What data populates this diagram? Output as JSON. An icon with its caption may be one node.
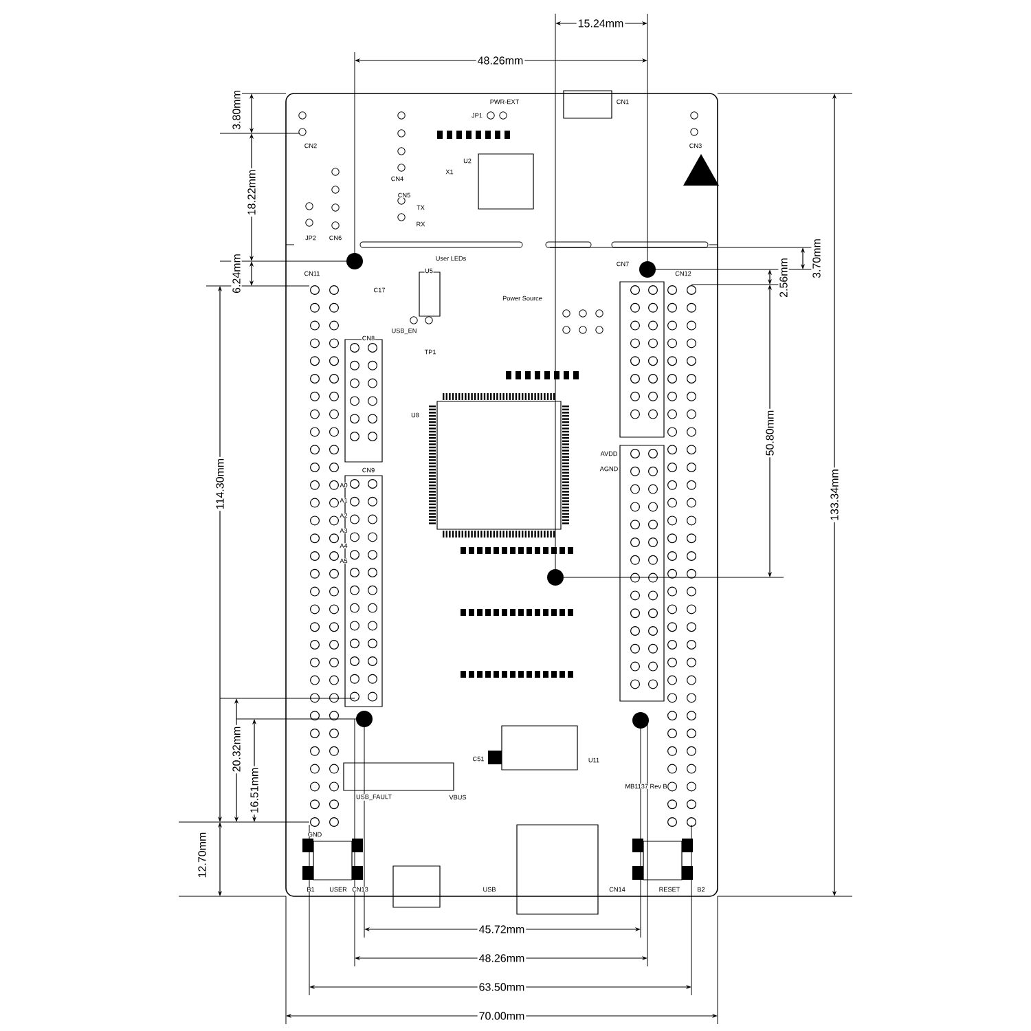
{
  "diagram": {
    "labels": [
      "15.24mm",
      "48.26mm",
      "3.80mm",
      "18.22mm",
      "6.24mm",
      "114.30mm",
      "3.70mm",
      "2.56mm",
      "50.80mm",
      "133.34mm",
      "20.32mm",
      "16.51mm",
      "12.70mm",
      "45.72mm",
      "48.26mm",
      "63.50mm",
      "70.00mm",
      "PWR-EXT",
      "CN1",
      "CN2",
      "CN3",
      "JP1",
      "CN4",
      "CN5",
      "TX",
      "RX",
      "JP2",
      "CN6",
      "U2",
      "X1",
      "User LEDs",
      "U5",
      "C17",
      "Power Source",
      "USB_EN",
      "CN7",
      "CN11",
      "CN12",
      "TP1",
      "CN8",
      "U8",
      "CN9",
      "A0",
      "A1",
      "A2",
      "A3",
      "A4",
      "A5",
      "AVDD",
      "AGND",
      "C51",
      "U11",
      "MB1137 Rev B",
      "USB_FAULT",
      "VBUS",
      "GND",
      "B1",
      "USER",
      "CN13",
      "USB",
      "CN14",
      "RESET",
      "B2"
    ]
  }
}
